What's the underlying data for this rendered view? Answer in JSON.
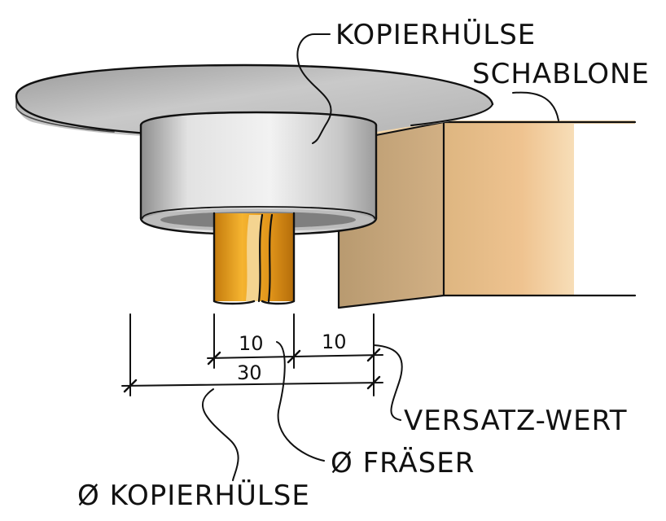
{
  "labels": {
    "kopierhuelse_top": "KOPIERHÜLSE",
    "schablone": "SCHABLONE",
    "versatz_wert": "VERSATZ-WERT",
    "fraeser": "Ø FRÄSER",
    "kopierhuelse_bottom": "Ø KOPIERHÜLSE"
  },
  "dimensions": {
    "left_inner": "10",
    "right_inner": "10",
    "total": "30"
  },
  "colors": {
    "plate": "#b9b9b9",
    "bushing": "#d6d6d6",
    "template_wood": "#e6b878",
    "template_side": "#caa67a",
    "cutter": "#e8a21e",
    "cutter_dark": "#b87410",
    "ink": "#111111"
  }
}
